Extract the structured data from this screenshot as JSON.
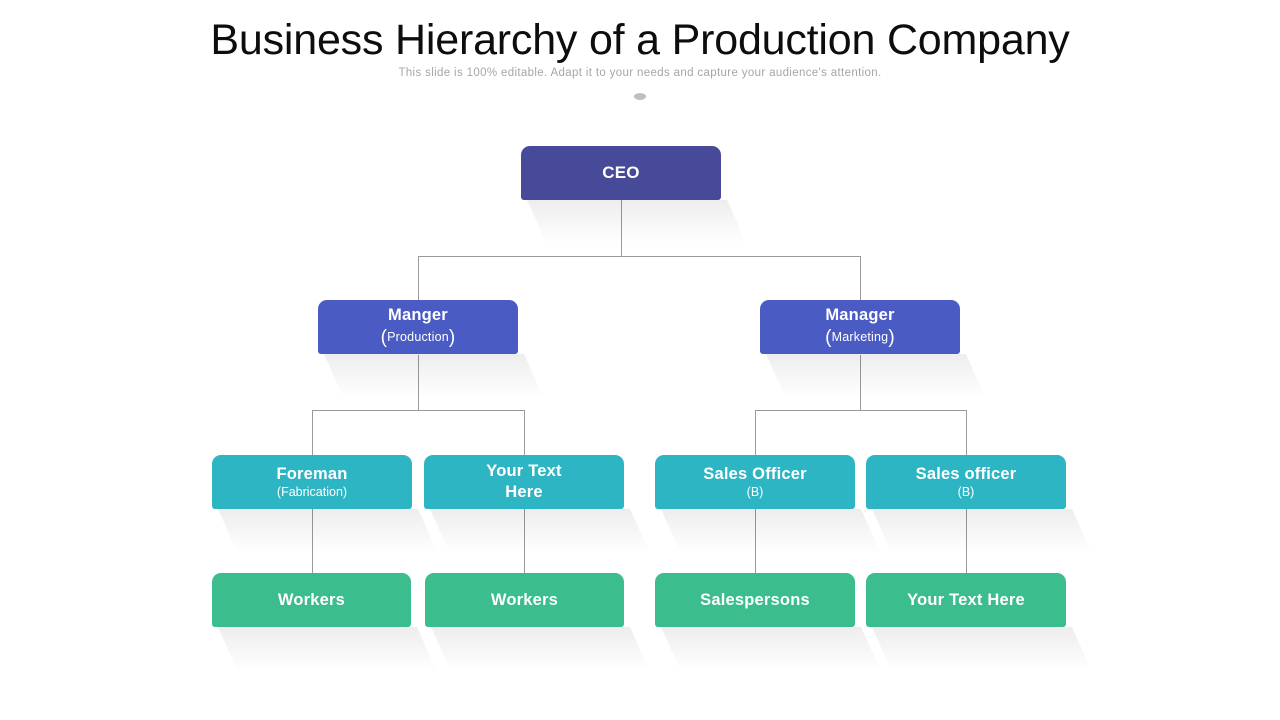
{
  "header": {
    "title": "Business Hierarchy of a Production Company",
    "subtitle": "This slide is 100% editable. Adapt it to your needs and capture your audience's attention."
  },
  "colors": {
    "ceo": "#474a98",
    "manager": "#4a5bc4",
    "officer": "#2eb5c4",
    "worker": "#3bbd8e",
    "connector": "#9a9a9a",
    "title_text": "#0d0d0d",
    "subtitle_text": "#a6a6a6"
  },
  "chart_data": {
    "type": "diagram",
    "title": "Business Hierarchy of a Production Company",
    "levels": 4
  },
  "org": {
    "ceo": {
      "label": "CEO"
    },
    "managers": [
      {
        "label": "Manger",
        "paren_open": "(",
        "department": "Production",
        "paren_close": ")"
      },
      {
        "label": "Manager",
        "paren_open": "(",
        "department": "Marketing",
        "paren_close": ")"
      }
    ],
    "officers": [
      {
        "label": "Foreman",
        "sub": "(Fabrication)"
      },
      {
        "label_line1": "Your Text",
        "label_line2": "Here",
        "sub": ""
      },
      {
        "label": "Sales Officer",
        "sub": "(B)"
      },
      {
        "label": "Sales officer",
        "sub": "(B)"
      }
    ],
    "workers": [
      {
        "label": "Workers"
      },
      {
        "label": "Workers"
      },
      {
        "label": "Salespersons"
      },
      {
        "label": "Your Text Here"
      }
    ]
  }
}
